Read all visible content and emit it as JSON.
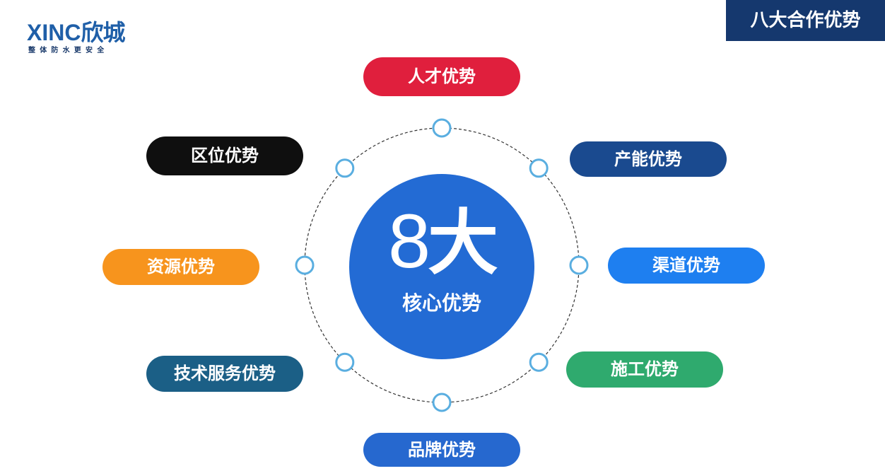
{
  "logo": {
    "mark_latin": "XINC",
    "mark_cjk": "欣城",
    "tagline": "整体防水更安全"
  },
  "title": "八大合作优势",
  "core": {
    "number": "8",
    "number_suffix": "大",
    "label": "核心优势"
  },
  "advantages": [
    {
      "label": "人才优势",
      "color": "#e01f3d"
    },
    {
      "label": "产能优势",
      "color": "#1a4a8f"
    },
    {
      "label": "渠道优势",
      "color": "#1e7ff0"
    },
    {
      "label": "施工优势",
      "color": "#2faa6e"
    },
    {
      "label": "品牌优势",
      "color": "#2668cf"
    },
    {
      "label": "技术服务优势",
      "color": "#1b5f86"
    },
    {
      "label": "资源优势",
      "color": "#f7941d"
    },
    {
      "label": "区位优势",
      "color": "#0f0f0f"
    }
  ],
  "colors": {
    "banner": "#15386e",
    "core": "#236bd4",
    "node_ring": "#5aaee0",
    "orbit_line": "#333333"
  }
}
